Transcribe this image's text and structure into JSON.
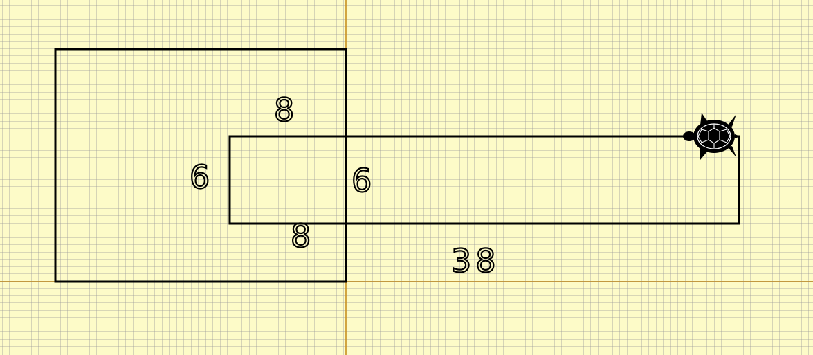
{
  "canvas": {
    "background_color": "#fdfbc8",
    "grid_color": "#9a9a9a",
    "axis_color": "#c8901f",
    "stroke_color": "#000000"
  },
  "labels": {
    "top_inner": "8",
    "left_inner": "6",
    "right_inner": "6",
    "bottom_inner": "8",
    "bottom_long": "38"
  },
  "turtle": {
    "icon": "turtle-icon"
  }
}
